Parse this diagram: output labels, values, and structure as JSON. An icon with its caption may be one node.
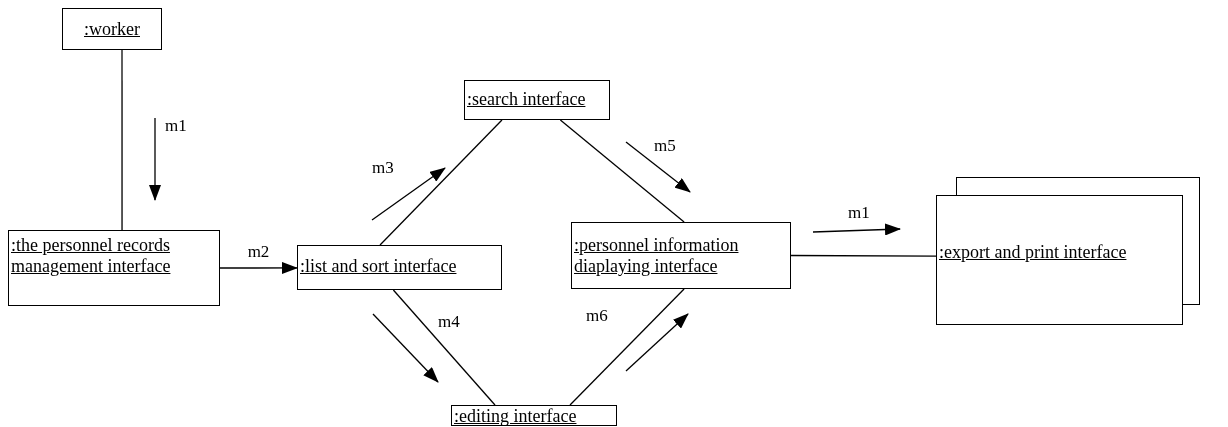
{
  "diagram": {
    "nodes": [
      {
        "text": [
          ":worker"
        ]
      },
      {
        "text": [
          ":the personnel records management interface"
        ]
      },
      {
        "text": [
          ":list and sort interface"
        ]
      },
      {
        "text": [
          ":search interface"
        ]
      },
      {
        "text": [
          ":personnel information diaplaying interface"
        ]
      },
      {
        "text": [
          ":editing interface"
        ]
      },
      {
        "text": [
          ":export and print interface"
        ]
      }
    ],
    "edges": [
      {
        "from": 0,
        "to": 1,
        "arrow": "none"
      },
      {
        "from": 1,
        "to": 2,
        "arrow": "to",
        "label": "m2"
      },
      {
        "from": 2,
        "to": 3,
        "arrow": "none"
      },
      {
        "from": 3,
        "to": 4,
        "arrow": "none"
      },
      {
        "from": 2,
        "to": 5,
        "arrow": "none"
      },
      {
        "from": 5,
        "to": 4,
        "arrow": "none"
      },
      {
        "from": 4,
        "to": 6,
        "arrow": "none"
      }
    ],
    "labels": [
      "m1",
      "m5",
      "m3",
      "m1",
      "m6",
      "m4"
    ]
  }
}
